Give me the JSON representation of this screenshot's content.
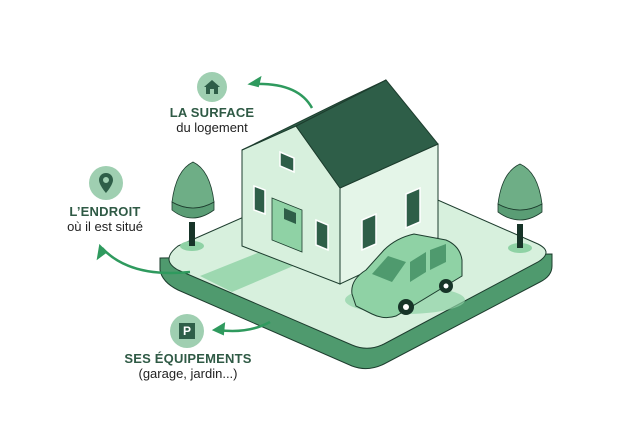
{
  "colors": {
    "dark_green": "#2e5e48",
    "title_green": "#2f5a45",
    "mid_green": "#4f9a6e",
    "light_green": "#d7f0dd",
    "pale_green": "#e4f5e8",
    "badge_green": "#9fcfb1",
    "arrow_green": "#2f9a5e"
  },
  "labels": [
    {
      "id": "surface",
      "icon": "house-icon",
      "title": "LA SURFACE",
      "subtitle": "du logement"
    },
    {
      "id": "endroit",
      "icon": "location-pin-icon",
      "title": "L’ENDROIT",
      "subtitle": "où il est situé"
    },
    {
      "id": "equipements",
      "icon": "parking-icon",
      "title": "SES ÉQUIPEMENTS",
      "subtitle": "(garage, jardin...)"
    }
  ],
  "parking_glyph": "P"
}
